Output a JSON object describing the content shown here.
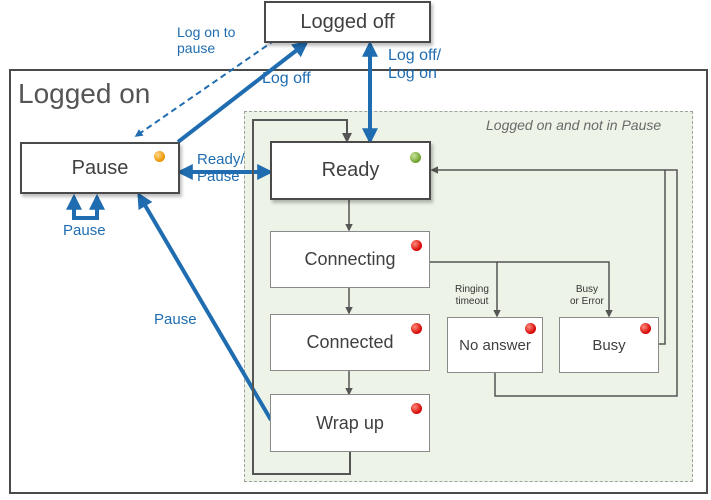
{
  "regions": {
    "logged_on": "Logged on",
    "not_in_pause": "Logged on and not in Pause"
  },
  "states": {
    "logged_off": "Logged off",
    "pause": "Pause",
    "ready": "Ready",
    "connecting": "Connecting",
    "connected": "Connected",
    "wrap_up": "Wrap up",
    "no_answer": "No answer",
    "busy": "Busy"
  },
  "transitions": {
    "log_on_to_pause_line1": "Log on to",
    "log_on_to_pause_line2": "pause",
    "log_off": "Log off",
    "log_off_on_line1": "Log off/",
    "log_off_on_line2": "Log on",
    "ready_pause_line1": "Ready/",
    "ready_pause_line2": "Pause",
    "pause_self": "Pause",
    "pause_from_wrap": "Pause",
    "ringing_timeout_line1": "Ringing",
    "ringing_timeout_line2": "timeout",
    "busy_error_line1": "Busy",
    "busy_error_line2": "or Error"
  },
  "colors": {
    "blue_arrow": "#1f6db0",
    "gray_arrow": "#555555",
    "region_green": "#edf3e6",
    "status_red": "#d40000",
    "status_green": "#6b9e2a",
    "status_orange": "#e89400"
  }
}
